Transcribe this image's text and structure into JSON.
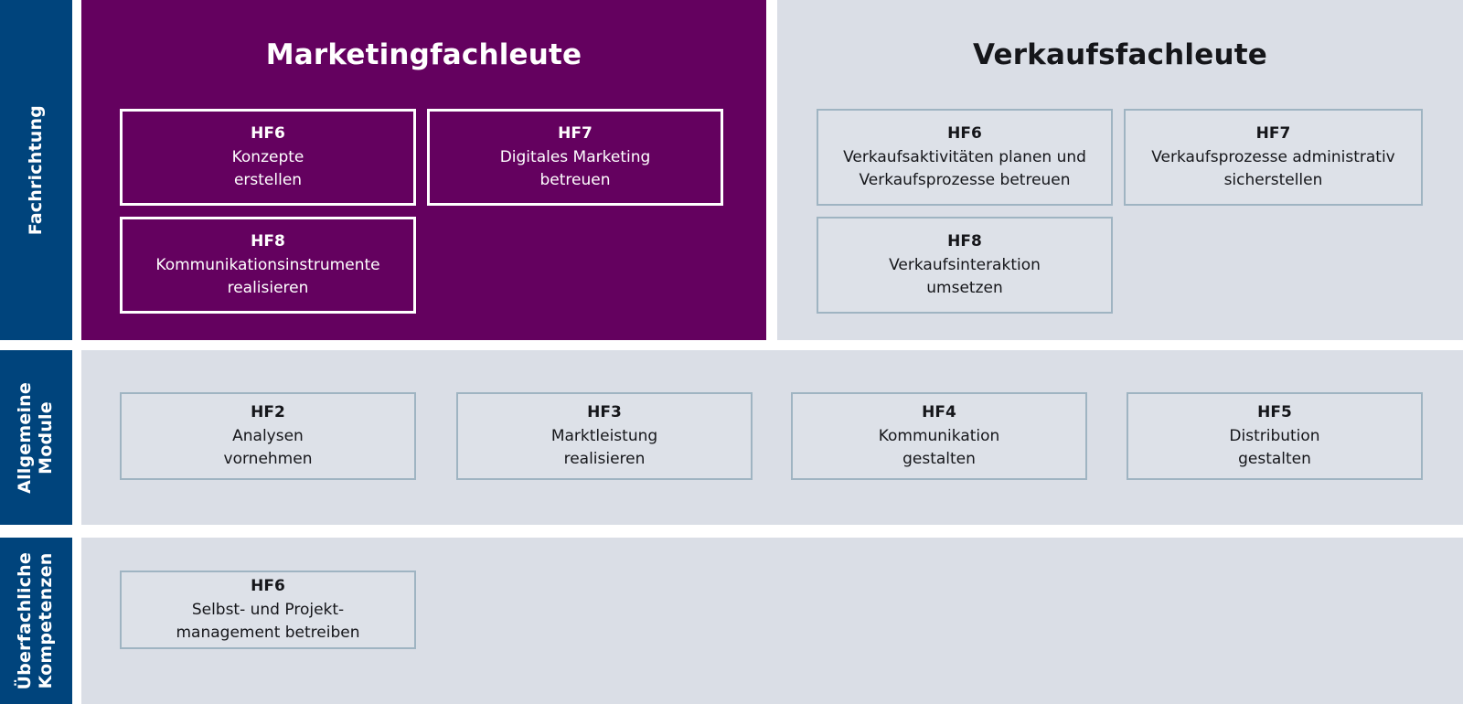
{
  "rails": [
    {
      "label": "Fachrichtung"
    },
    {
      "label": "Allgemeine\nModule"
    },
    {
      "label": "Überfachliche\nKompetenzen"
    }
  ],
  "sections": {
    "marketing": {
      "title": "Marketingfachleute",
      "modules": [
        {
          "code": "HF6",
          "desc": "Konzepte\nerstellen"
        },
        {
          "code": "HF7",
          "desc": "Digitales Marketing\nbetreuen"
        },
        {
          "code": "HF8",
          "desc": "Kommunikationsinstrumente\nrealisieren"
        }
      ]
    },
    "verkauf": {
      "title": "Verkaufsfachleute",
      "modules": [
        {
          "code": "HF6",
          "desc": "Verkaufsaktivitäten planen und\nVerkaufsprozesse betreuen"
        },
        {
          "code": "HF7",
          "desc": "Verkaufsprozesse administrativ\nsicherstellen"
        },
        {
          "code": "HF8",
          "desc": "Verkaufsinteraktion\numsetzen"
        }
      ]
    },
    "allgemeine_module": {
      "modules": [
        {
          "code": "HF2",
          "desc": "Analysen\nvornehmen"
        },
        {
          "code": "HF3",
          "desc": "Marktleistung\nrealisieren"
        },
        {
          "code": "HF4",
          "desc": "Kommunikation\ngestalten"
        },
        {
          "code": "HF5",
          "desc": "Distribution\ngestalten"
        }
      ]
    },
    "ueberfachliche_kompetenzen": {
      "modules": [
        {
          "code": "HF6",
          "desc": "Selbst- und Projekt-\nmanagement betreiben"
        }
      ]
    }
  },
  "colors": {
    "rail_blue": "#00447c",
    "accent_purple": "#64015f",
    "panel_grey": "#dadee6",
    "card_grey_fill": "#dde1e8",
    "card_grey_border": "#9fb4c2",
    "card_purple_border": "#ffffff",
    "text_dark": "#15161a",
    "text_light": "#ffffff"
  }
}
